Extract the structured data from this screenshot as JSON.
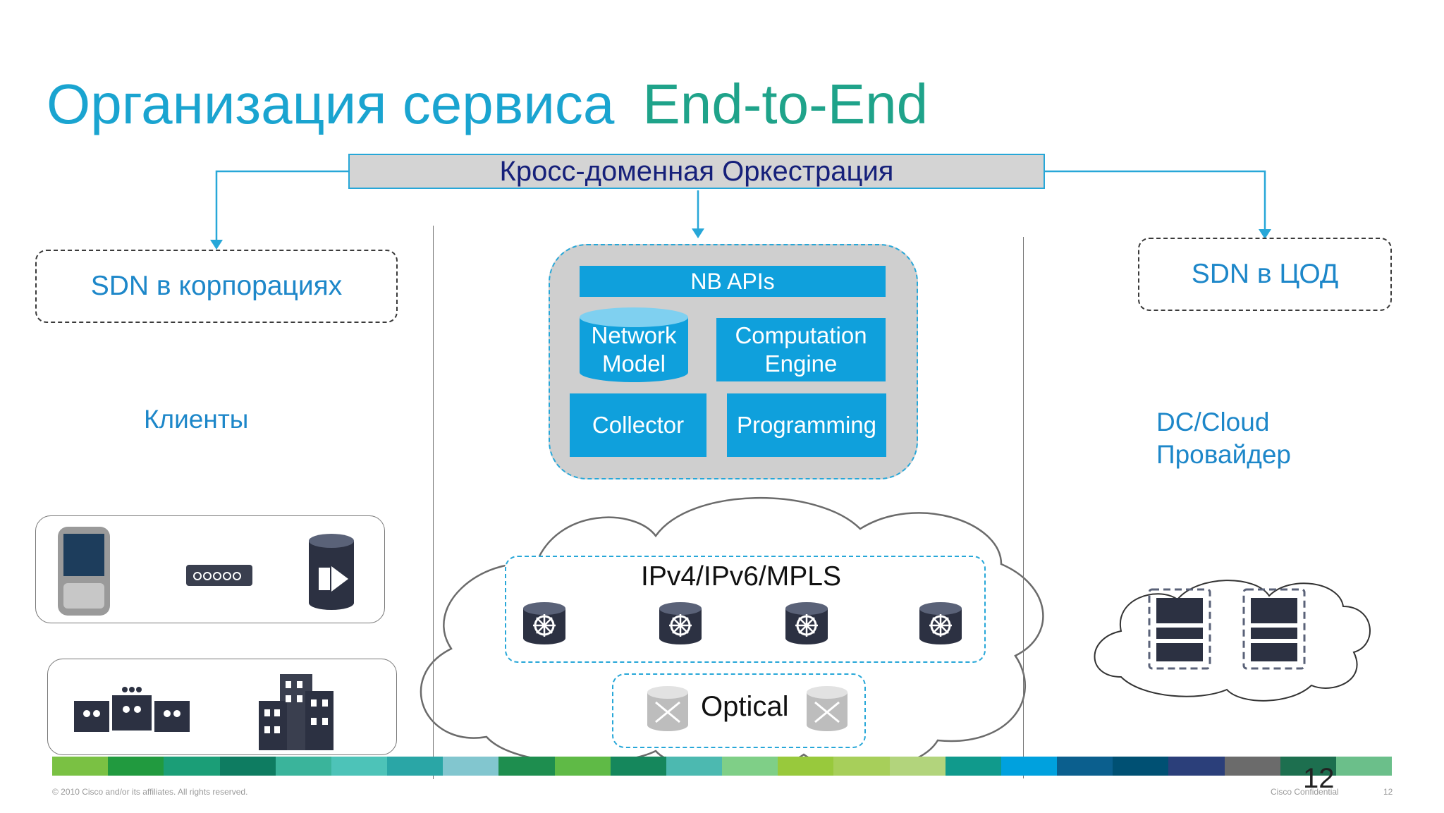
{
  "slide": {
    "title_part1": "Организация сервиса",
    "title_part2": "End-to-End",
    "orchestration": "Кросс-доменная Оркестрация",
    "left": {
      "domain": "SDN в корпорациях",
      "label": "Клиенты"
    },
    "center": {
      "nb_apis": "NB APIs",
      "network_model": "Network Model",
      "computation_engine": "Computation Engine",
      "collector": "Collector",
      "programming": "Programming",
      "ip_layer": "IPv4/IPv6/MPLS",
      "optical_layer": "Optical"
    },
    "right": {
      "domain": "SDN в ЦОД",
      "label_line1": "DC/Cloud",
      "label_line2": "Провайдер"
    },
    "footer": {
      "copyright": "© 2010 Cisco and/or its affiliates. All rights reserved.",
      "confidential": "Cisco Confidential",
      "page_small": "12",
      "page_big": "12"
    },
    "colors": {
      "title_blue": "#1aa4d0",
      "title_teal": "#1fa38a",
      "accent_blue": "#0fa0dc",
      "orchestration_text": "#16207a",
      "footer_stripes": [
        "#7ac143",
        "#219a3f",
        "#1b9e77",
        "#0e7c61",
        "#3ab49b",
        "#4dc3b8",
        "#2aa6a6",
        "#82c6cf",
        "#1e8e4f",
        "#5fba46",
        "#15875c",
        "#4cb9b0",
        "#7fcf87",
        "#98c93c",
        "#a7cf5a",
        "#b2d47c",
        "#109a8c",
        "#00a1de",
        "#0b5f8e",
        "#005073",
        "#2b3f7a",
        "#6b6b6b",
        "#1d6f4f",
        "#6bbf8a"
      ]
    }
  }
}
